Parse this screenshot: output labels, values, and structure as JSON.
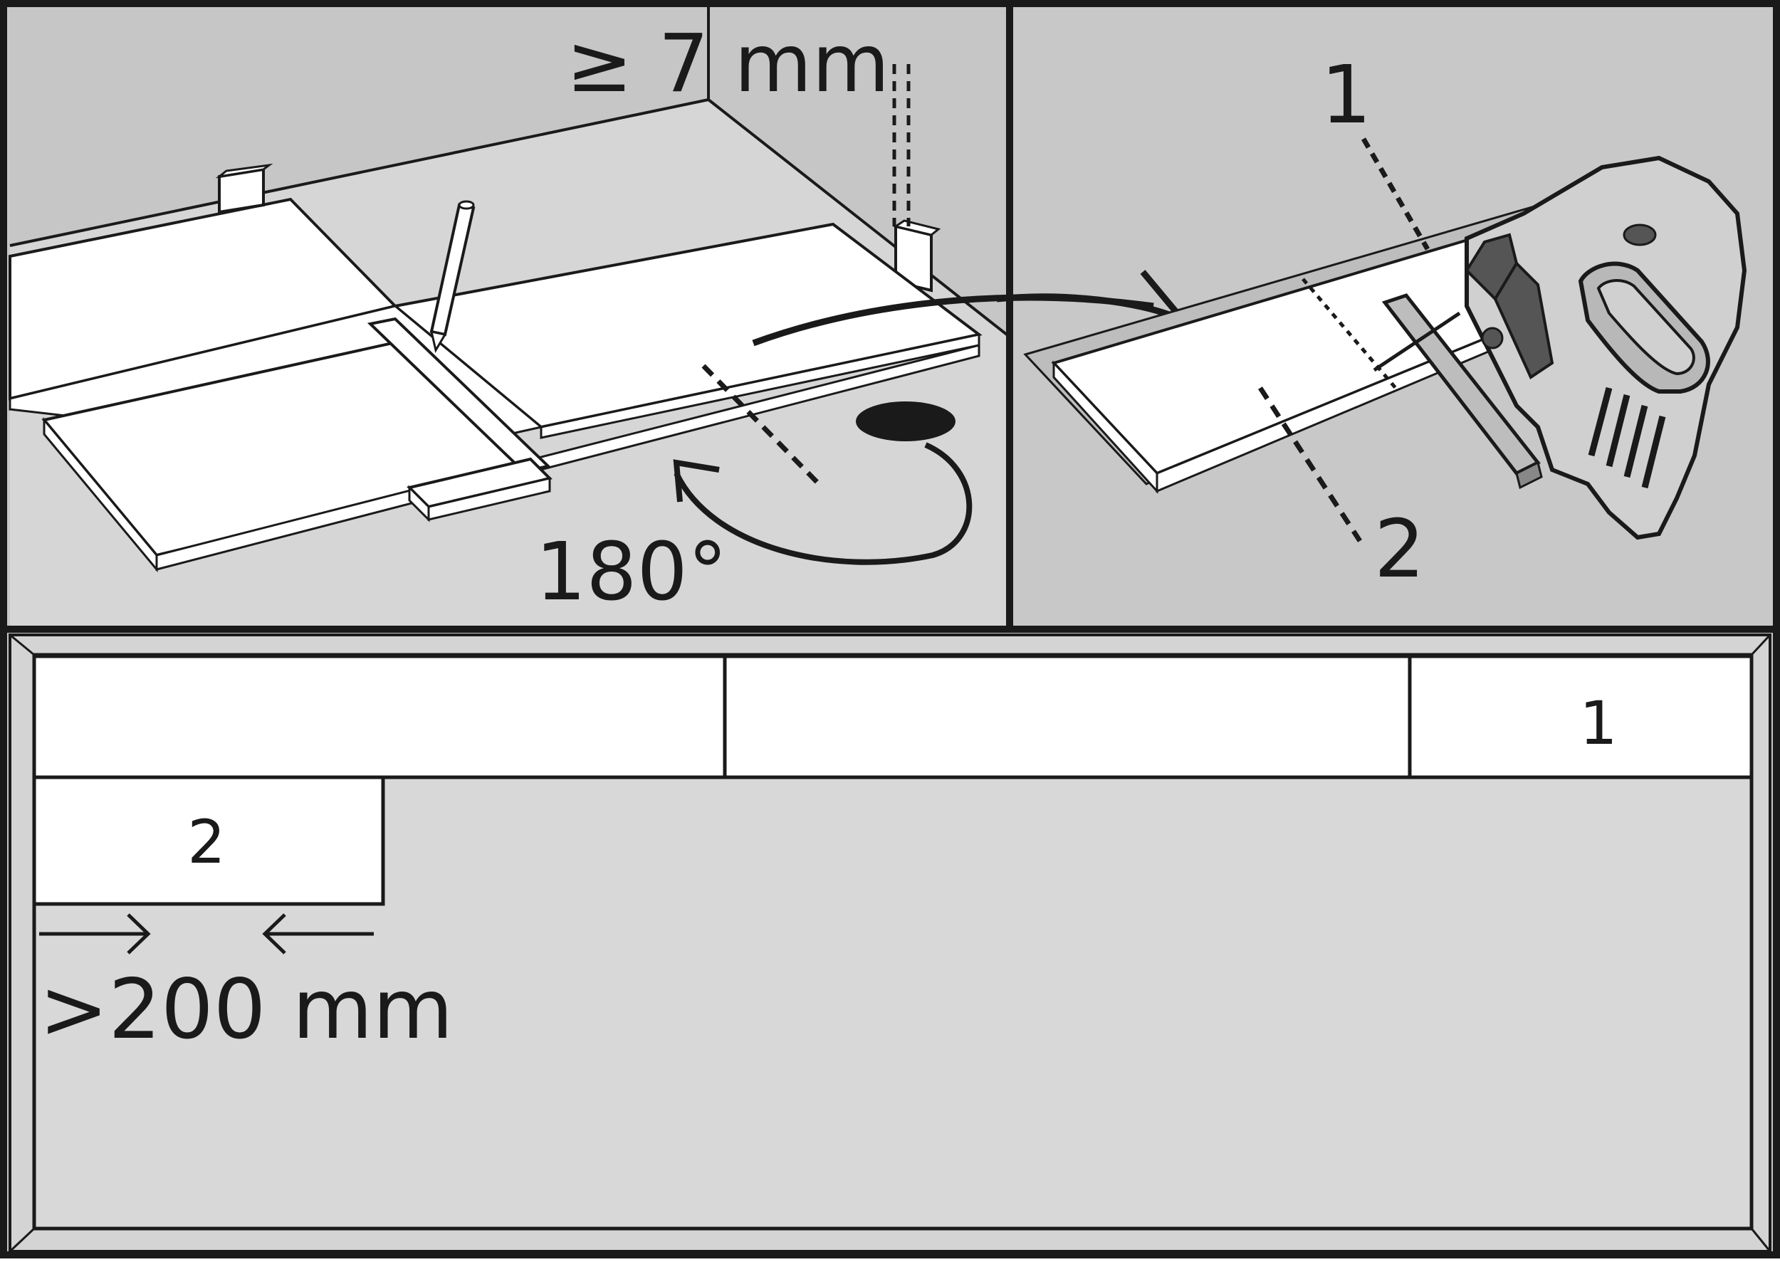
{
  "panels": {
    "top_left": {
      "gap_label": "≥ 7 mm",
      "rotation_label": "180°"
    },
    "top_right": {
      "callout_1": "1",
      "callout_2": "2"
    },
    "bottom": {
      "plank_label_1": "1",
      "plank_label_2": "2",
      "offset_label": ">200 mm"
    }
  },
  "colors": {
    "background": "#c8c8c8",
    "floor": "#d6d6d6",
    "board": "#ffffff",
    "line": "#1a1a1a",
    "saw_dark": "#555555"
  }
}
